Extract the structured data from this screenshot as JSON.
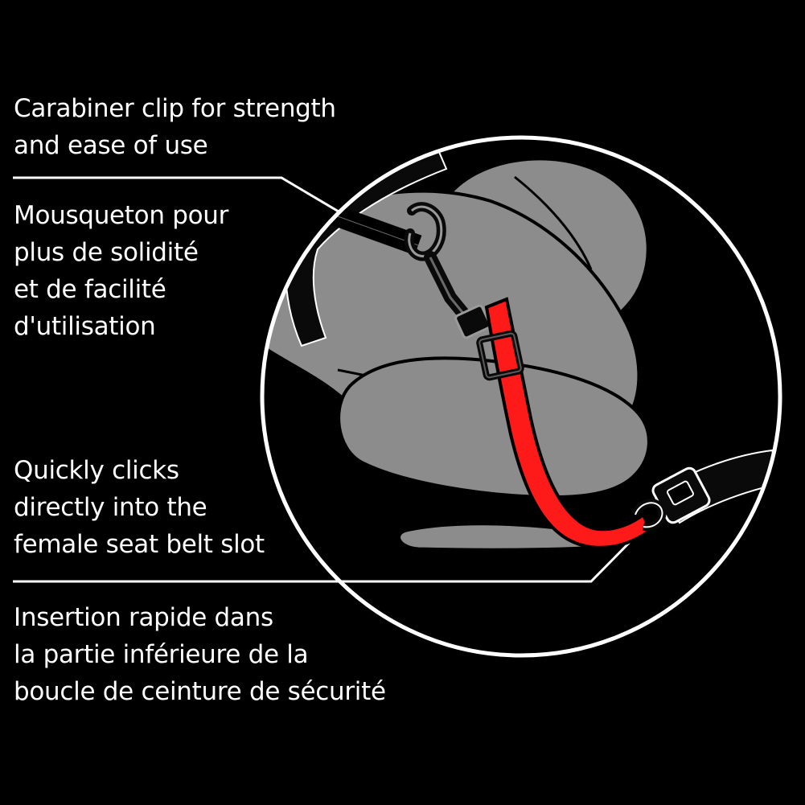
{
  "colors": {
    "background": "#000000",
    "text": "#ffffff",
    "leash": "#ff1a1a",
    "seat": "#8c8c8c",
    "outline": "#ffffff"
  },
  "captions": {
    "carabiner_en": "Carabiner clip for strength\nand ease of use",
    "carabiner_fr": "Mousqueton pour\nplus de solidité\net de facilité\nd'utilisation",
    "buckle_en": "Quickly clicks\ndirectly into the\nfemale seat belt slot",
    "buckle_fr": "Insertion rapide dans\nla partie inférieure de la\nboucle de ceinture de sécurité"
  },
  "icons": {
    "carabiner": "carabiner-clip-icon",
    "buckle": "seat-belt-buckle-icon"
  }
}
